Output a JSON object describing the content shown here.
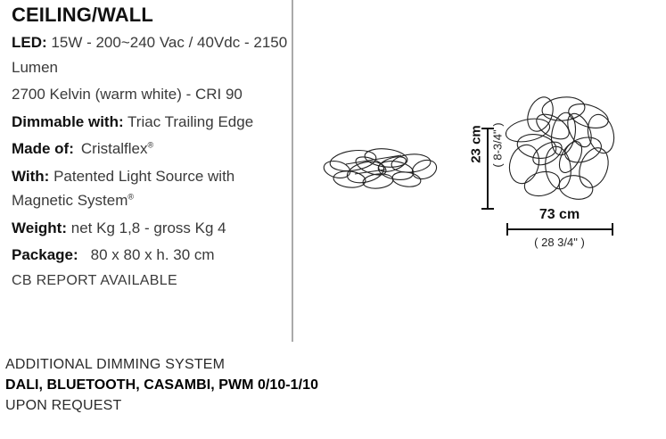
{
  "page_title": "CEILING/WALL",
  "specs": [
    {
      "id": "led",
      "label": "LED:",
      "value": "15W - 200~240 Vac / 40Vdc - 2150 Lumen"
    },
    {
      "id": "color-temperature",
      "label": "",
      "value": "2700 Kelvin (warm white) - CRI 90"
    },
    {
      "id": "dimmable",
      "label": "Dimmable with:",
      "value": "Triac Trailing Edge"
    },
    {
      "id": "made-of",
      "label": "Made of:",
      "value": "Cristalflex",
      "mark": "®"
    },
    {
      "id": "with",
      "label": "With:",
      "value": "Patented Light Source with Magnetic System",
      "mark": "®"
    },
    {
      "id": "weight",
      "label": "Weight:",
      "value": "net Kg 1,8 - gross Kg 4"
    },
    {
      "id": "package",
      "label": "Package:",
      "value": "80 x 80 x h. 30 cm"
    }
  ],
  "cb_report": "CB REPORT  AVAILABLE",
  "dimensions": {
    "height": {
      "metric": "23 cm",
      "imperial": "( 8-3/4\" )"
    },
    "width": {
      "metric": "73 cm",
      "imperial": "( 28 3/4\" )"
    }
  },
  "diagram": {
    "side_view_name": "lamp-side-view",
    "front_view_name": "lamp-front-view"
  },
  "footer": {
    "line1": "ADDITIONAL DIMMING SYSTEM",
    "line2": "DALI, BLUETOOTH, CASAMBI, PWM 0/10-1/10",
    "line3": "UPON REQUEST"
  },
  "colors": {
    "text": "#1a1a1a",
    "divider": "#aaaaaa",
    "line_art": "#222222"
  }
}
